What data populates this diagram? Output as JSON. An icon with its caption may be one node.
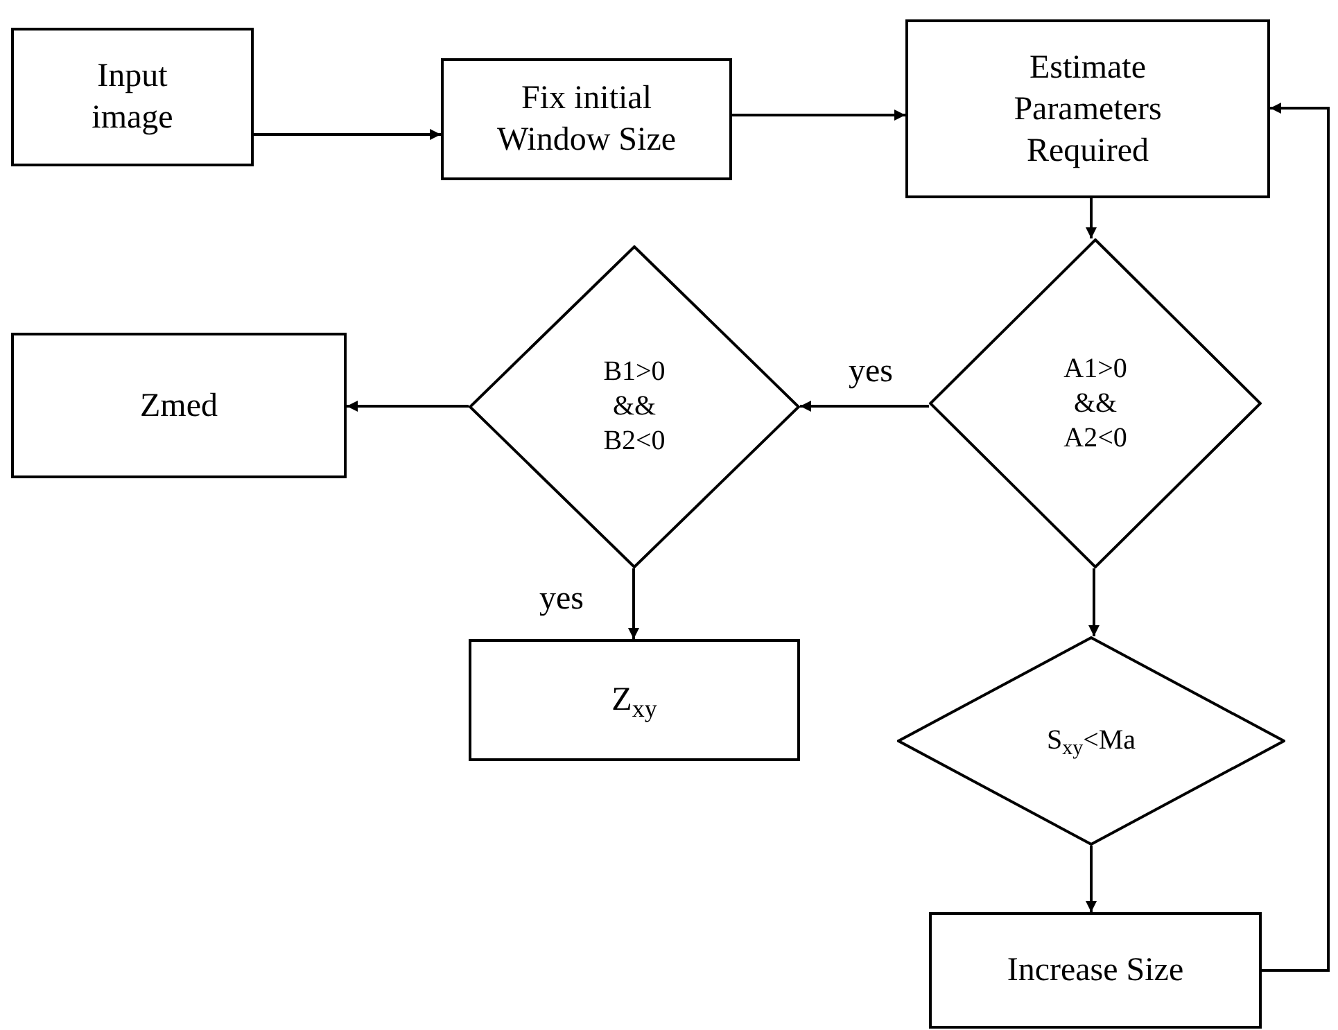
{
  "diagram": {
    "nodes": [
      {
        "text": [
          "Input image"
        ]
      },
      {
        "text": [
          "Fix initial Window Size"
        ]
      },
      {
        "text": [
          "Estimate Parameters Required"
        ]
      },
      {
        "text": [
          "Zmed"
        ]
      },
      {
        "text": [
          "B1>0 && B2<0"
        ]
      },
      {
        "text": [
          "A1>0 && A2<0"
        ]
      },
      {
        "text": [
          "Z$_{xy}$"
        ]
      },
      {
        "text": [
          "S$_{xy}$<Ma"
        ]
      },
      {
        "text": [
          "Increase Size"
        ]
      }
    ],
    "edges": [
      {
        "from": 0,
        "to": 1,
        "arrow": "to"
      },
      {
        "from": 1,
        "to": 2,
        "arrow": "to"
      },
      {
        "from": 2,
        "to": 5,
        "arrow": "to"
      },
      {
        "from": 5,
        "to": 4,
        "arrow": "to",
        "label": "yes"
      },
      {
        "from": 4,
        "to": 3,
        "arrow": "to"
      },
      {
        "from": 4,
        "to": 6,
        "arrow": "to",
        "label": "yes"
      },
      {
        "from": 5,
        "to": 7,
        "arrow": "to"
      },
      {
        "from": 7,
        "to": 8,
        "arrow": "to"
      },
      {
        "from": 8,
        "to": 2,
        "arrow": "to"
      }
    ]
  }
}
